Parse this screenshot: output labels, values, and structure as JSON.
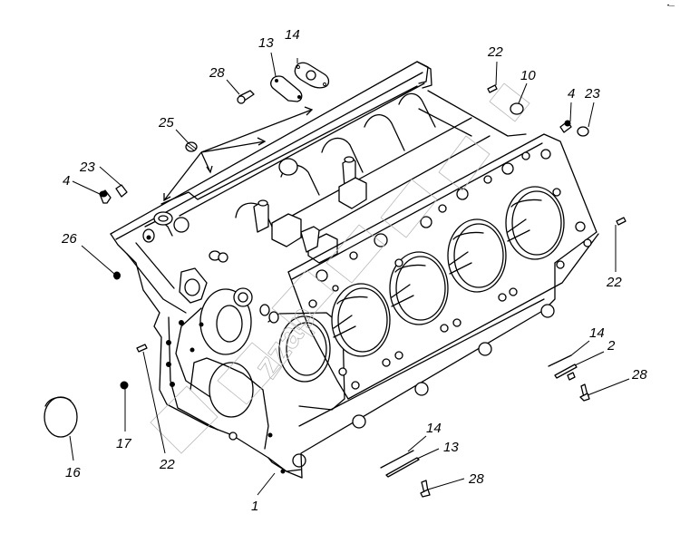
{
  "figure": {
    "corner_mark": "•—",
    "watermark": "zzap"
  },
  "callouts": [
    {
      "id": "c-14-top",
      "text": "14",
      "part": "gasket-flange"
    },
    {
      "id": "c-13-top",
      "text": "13",
      "part": "cover-plate"
    },
    {
      "id": "c-28-top",
      "text": "28",
      "part": "bolt"
    },
    {
      "id": "c-25",
      "text": "25",
      "part": "plug-threaded"
    },
    {
      "id": "c-23-left",
      "text": "23",
      "part": "sleeve"
    },
    {
      "id": "c-4-left",
      "text": "4",
      "part": "plug"
    },
    {
      "id": "c-26",
      "text": "26",
      "part": "plug-small"
    },
    {
      "id": "c-22-top",
      "text": "22",
      "part": "dowel-pin"
    },
    {
      "id": "c-10",
      "text": "10",
      "part": "cup-plug"
    },
    {
      "id": "c-4-right",
      "text": "4",
      "part": "plug"
    },
    {
      "id": "c-23-right",
      "text": "23",
      "part": "sleeve"
    },
    {
      "id": "c-22-right",
      "text": "22",
      "part": "dowel-pin"
    },
    {
      "id": "c-14-mid",
      "text": "14",
      "part": "gasket"
    },
    {
      "id": "c-2",
      "text": "2",
      "part": "cover"
    },
    {
      "id": "c-28-mid",
      "text": "28",
      "part": "bolt"
    },
    {
      "id": "c-14-bot",
      "text": "14",
      "part": "gasket"
    },
    {
      "id": "c-13-bot",
      "text": "13",
      "part": "cover-plate"
    },
    {
      "id": "c-28-bot",
      "text": "28",
      "part": "bolt"
    },
    {
      "id": "c-16",
      "text": "16",
      "part": "cup-plug-large"
    },
    {
      "id": "c-17",
      "text": "17",
      "part": "plug-small"
    },
    {
      "id": "c-22-bot",
      "text": "22",
      "part": "dowel-pin"
    },
    {
      "id": "c-1",
      "text": "1",
      "part": "cylinder-block"
    }
  ]
}
